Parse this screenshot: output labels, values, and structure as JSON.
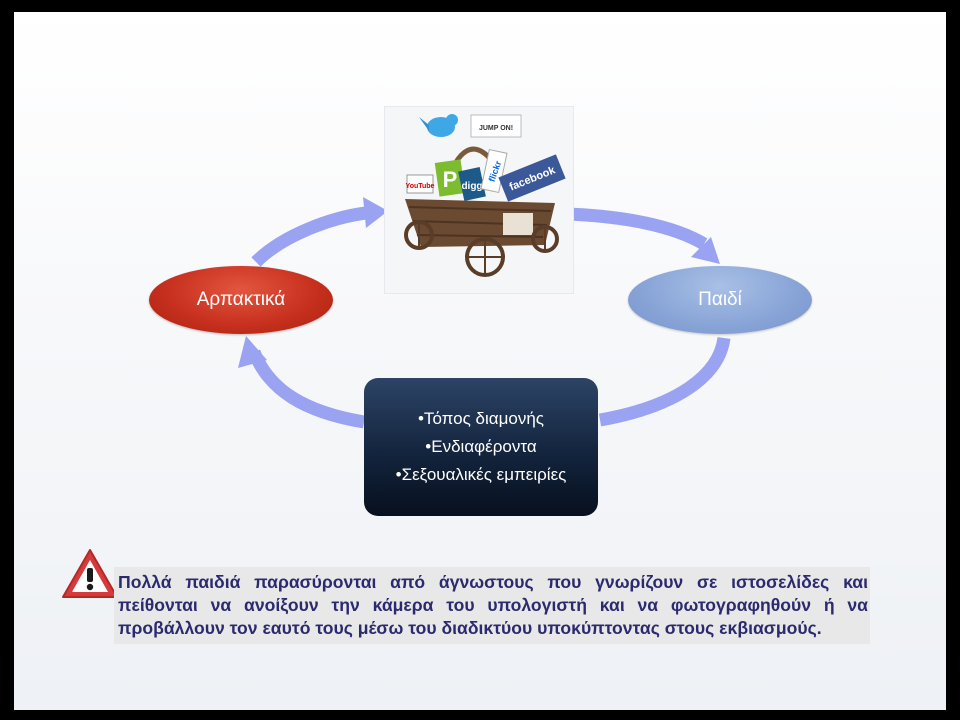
{
  "diagram": {
    "nodes": {
      "predators": {
        "label": "Αρπακτικά",
        "color": "#c8311f"
      },
      "child": {
        "label": "Παιδί",
        "color": "#8aa6d8"
      }
    },
    "info_box": {
      "items": [
        "•Τόπος διαμονής",
        "•Ενδιαφέροντα",
        "•Σεξουαλικές εμπειρίες"
      ],
      "color": "#13243d"
    },
    "arrow_color": "#9aa2f2",
    "image": {
      "sign_text": "JUMP ON!",
      "logos": [
        "YouTube",
        "P",
        "digg",
        "flickr",
        "facebook"
      ]
    }
  },
  "warning": {
    "icon": "warning-triangle-icon",
    "text": "Πολλά παιδιά παρασύρονται από άγνωστους που γνωρίζουν σε ιστοσελίδες και πείθονται να ανοίξουν την κάμερα του υπολογιστή και να φωτογραφηθούν ή να προβάλλουν τον εαυτό τους μέσω του διαδικτύου υποκύπτοντας στους εκβιασμούς.",
    "text_color": "#2b2a6e"
  }
}
